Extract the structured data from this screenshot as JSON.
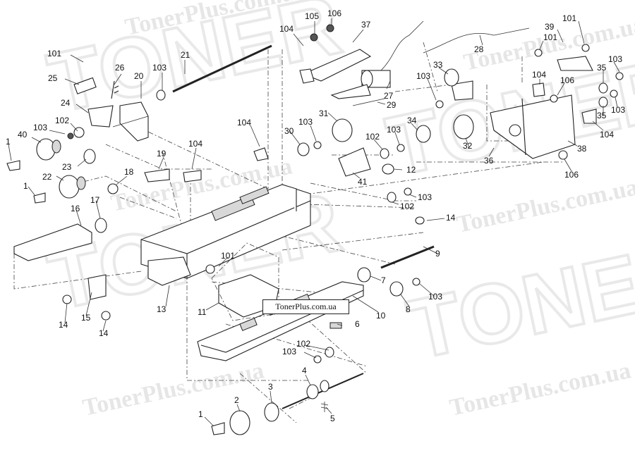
{
  "watermark": {
    "site": "TonerPlus.com.ua",
    "brand": "TONER"
  },
  "label_box": "TonerPlus.com.ua",
  "callouts": [
    "101",
    "25",
    "26",
    "20",
    "103",
    "21",
    "105",
    "106",
    "104",
    "37",
    "27",
    "28",
    "101",
    "39",
    "101",
    "103",
    "24",
    "102",
    "103",
    "40",
    "1",
    "23",
    "22",
    "1",
    "18",
    "19",
    "104",
    "104",
    "31",
    "29",
    "33",
    "103",
    "30",
    "103",
    "102",
    "103",
    "34",
    "32",
    "36",
    "104",
    "106",
    "35",
    "35",
    "103",
    "104",
    "38",
    "106",
    "41",
    "12",
    "102",
    "103",
    "17",
    "16",
    "14",
    "9",
    "101",
    "7",
    "103",
    "8",
    "15",
    "13",
    "11",
    "14",
    "14",
    "10",
    "6",
    "102",
    "103",
    "4",
    "3",
    "2",
    "1",
    "5"
  ]
}
